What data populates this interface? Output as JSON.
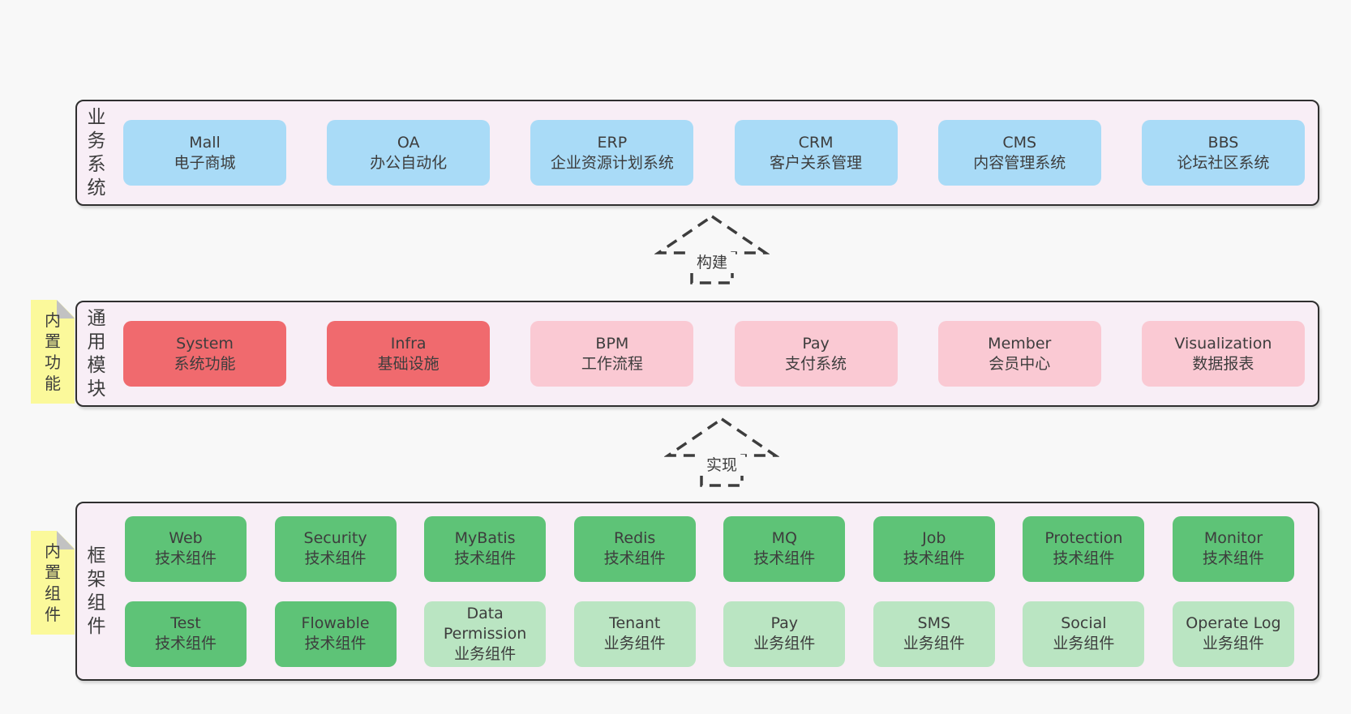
{
  "colors": {
    "page_background": "#f8f8f8",
    "layer_background": "#f8eef6",
    "layer_border": "#2f2f2f",
    "box_blue": "#a9dbf7",
    "box_red": "#f06a6e",
    "box_pink": "#fac9d3",
    "box_green": "#5ec377",
    "box_lightgreen": "#bae5c2",
    "sticky_yellow": "#fbf99b",
    "sticky_fold": "#c2c2c2",
    "text": "#3d3d3d"
  },
  "layers": [
    {
      "id": "business",
      "label": "业务系统",
      "boxes": [
        {
          "name": "Mall",
          "desc": "电子商城",
          "variant": "blue"
        },
        {
          "name": "OA",
          "desc": "办公自动化",
          "variant": "blue"
        },
        {
          "name": "ERP",
          "desc": "企业资源计划系统",
          "variant": "blue"
        },
        {
          "name": "CRM",
          "desc": "客户关系管理",
          "variant": "blue"
        },
        {
          "name": "CMS",
          "desc": "内容管理系统",
          "variant": "blue"
        },
        {
          "name": "BBS",
          "desc": "论坛社区系统",
          "variant": "blue"
        }
      ]
    },
    {
      "id": "modules",
      "label": "通用模块",
      "sticky": "内置功能",
      "boxes": [
        {
          "name": "System",
          "desc": "系统功能",
          "variant": "red"
        },
        {
          "name": "Infra",
          "desc": "基础设施",
          "variant": "red"
        },
        {
          "name": "BPM",
          "desc": "工作流程",
          "variant": "pink"
        },
        {
          "name": "Pay",
          "desc": "支付系统",
          "variant": "pink"
        },
        {
          "name": "Member",
          "desc": "会员中心",
          "variant": "pink"
        },
        {
          "name": "Visualization",
          "desc": "数据报表",
          "variant": "pink"
        }
      ]
    },
    {
      "id": "components",
      "label": "框架组件",
      "sticky": "内置组件",
      "rows": [
        [
          {
            "name": "Web",
            "desc": "技术组件",
            "variant": "green"
          },
          {
            "name": "Security",
            "desc": "技术组件",
            "variant": "green"
          },
          {
            "name": "MyBatis",
            "desc": "技术组件",
            "variant": "green"
          },
          {
            "name": "Redis",
            "desc": "技术组件",
            "variant": "green"
          },
          {
            "name": "MQ",
            "desc": "技术组件",
            "variant": "green"
          },
          {
            "name": "Job",
            "desc": "技术组件",
            "variant": "green"
          },
          {
            "name": "Protection",
            "desc": "技术组件",
            "variant": "green"
          },
          {
            "name": "Monitor",
            "desc": "技术组件",
            "variant": "green"
          }
        ],
        [
          {
            "name": "Test",
            "desc": "技术组件",
            "variant": "green"
          },
          {
            "name": "Flowable",
            "desc": "技术组件",
            "variant": "green"
          },
          {
            "name": "Data Permission",
            "desc": "业务组件",
            "variant": "lightgreen"
          },
          {
            "name": "Tenant",
            "desc": "业务组件",
            "variant": "lightgreen"
          },
          {
            "name": "Pay",
            "desc": "业务组件",
            "variant": "lightgreen"
          },
          {
            "name": "SMS",
            "desc": "业务组件",
            "variant": "lightgreen"
          },
          {
            "name": "Social",
            "desc": "业务组件",
            "variant": "lightgreen"
          },
          {
            "name": "Operate Log",
            "desc": "业务组件",
            "variant": "lightgreen"
          }
        ]
      ]
    }
  ],
  "arrows": [
    {
      "label": "构建"
    },
    {
      "label": "实现"
    }
  ]
}
